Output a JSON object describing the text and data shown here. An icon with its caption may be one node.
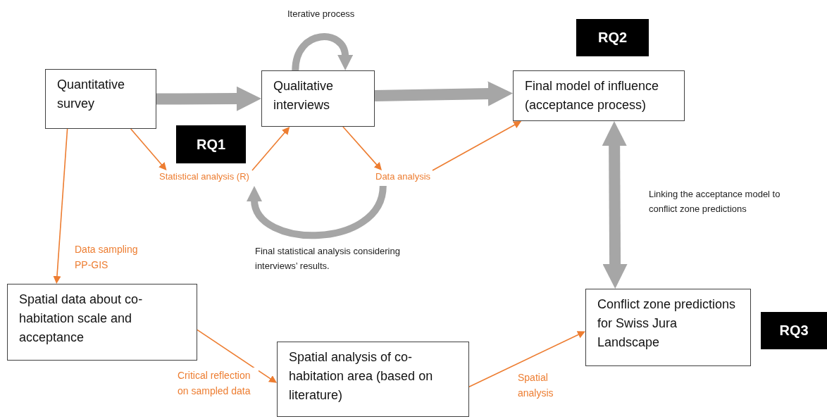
{
  "diagram": {
    "nodes": [
      {
        "text": [
          "Quantitative survey"
        ]
      },
      {
        "text": [
          "Qualitative interviews"
        ]
      },
      {
        "text": [
          "Final model of influence (acceptance process)"
        ]
      },
      {
        "text": [
          "RQ2"
        ]
      },
      {
        "text": [
          "RQ1"
        ]
      },
      {
        "text": [
          "Statistical analysis (R)"
        ]
      },
      {
        "text": [
          "Data analysis"
        ]
      },
      {
        "text": [
          "Spatial data about co-habitation scale and acceptance"
        ]
      },
      {
        "text": [
          "Spatial analysis of co-habitation area (based on literature)"
        ]
      },
      {
        "text": [
          "Conflict zone predictions for Swiss Jura Landscape"
        ]
      },
      {
        "text": [
          "RQ3"
        ]
      }
    ],
    "edges": [
      {
        "from": 0,
        "to": 1,
        "arrow": "to",
        "style": "thick",
        "color": "#a6a6a6"
      },
      {
        "from": 1,
        "to": 2,
        "arrow": "to",
        "style": "thick",
        "color": "#a6a6a6"
      },
      {
        "from": 0,
        "to": 5,
        "arrow": "to"
      },
      {
        "from": 5,
        "to": 1,
        "arrow": "to"
      },
      {
        "from": 1,
        "to": 6,
        "arrow": "to"
      },
      {
        "from": 6,
        "to": 2,
        "arrow": "to"
      },
      {
        "from": 0,
        "to": 7,
        "arrow": "to",
        "label": "Data sampling PP-GIS"
      },
      {
        "from": 7,
        "to": 8,
        "arrow": "to",
        "label": "Critical reflection on sampled data"
      },
      {
        "from": 8,
        "to": 9,
        "arrow": "to",
        "label": "Spatial analysis"
      },
      {
        "from": 2,
        "to": 9,
        "arrow": "both",
        "style": "thick",
        "color": "#a6a6a6"
      },
      {
        "from": 1,
        "to": 1,
        "arrow": "to",
        "style": "thick",
        "color": "#a6a6a6"
      },
      {
        "from": 6,
        "to": 5,
        "arrow": "to",
        "style": "thick",
        "color": "#a6a6a6"
      }
    ],
    "labels": [
      "Iterative process",
      "Final statistical analysis considering interviews’ results.",
      "Linking the acceptance model to conflict zone predictions"
    ]
  }
}
